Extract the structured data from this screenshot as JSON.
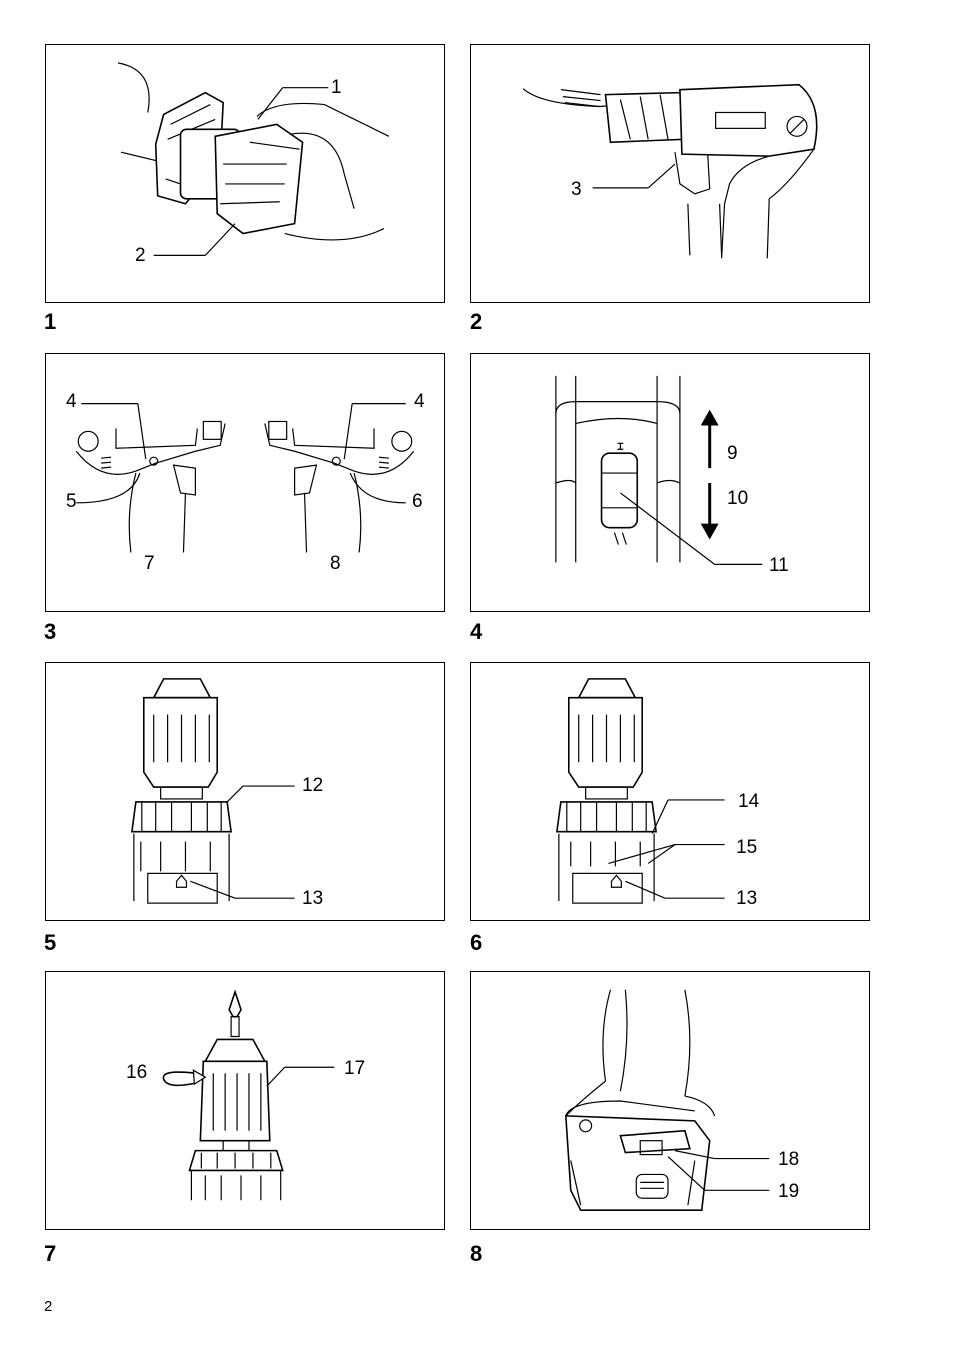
{
  "figures": [
    {
      "number": "1",
      "callouts": [
        "1",
        "2"
      ]
    },
    {
      "number": "2",
      "callouts": [
        "3"
      ]
    },
    {
      "number": "3",
      "callouts": [
        "4",
        "4",
        "5",
        "6",
        "7",
        "8"
      ]
    },
    {
      "number": "4",
      "callouts": [
        "9",
        "10",
        "11"
      ]
    },
    {
      "number": "5",
      "callouts": [
        "12",
        "13"
      ]
    },
    {
      "number": "6",
      "callouts": [
        "14",
        "15",
        "13"
      ]
    },
    {
      "number": "7",
      "callouts": [
        "16",
        "17"
      ]
    },
    {
      "number": "8",
      "callouts": [
        "18",
        "19"
      ]
    }
  ],
  "page_number": "2"
}
